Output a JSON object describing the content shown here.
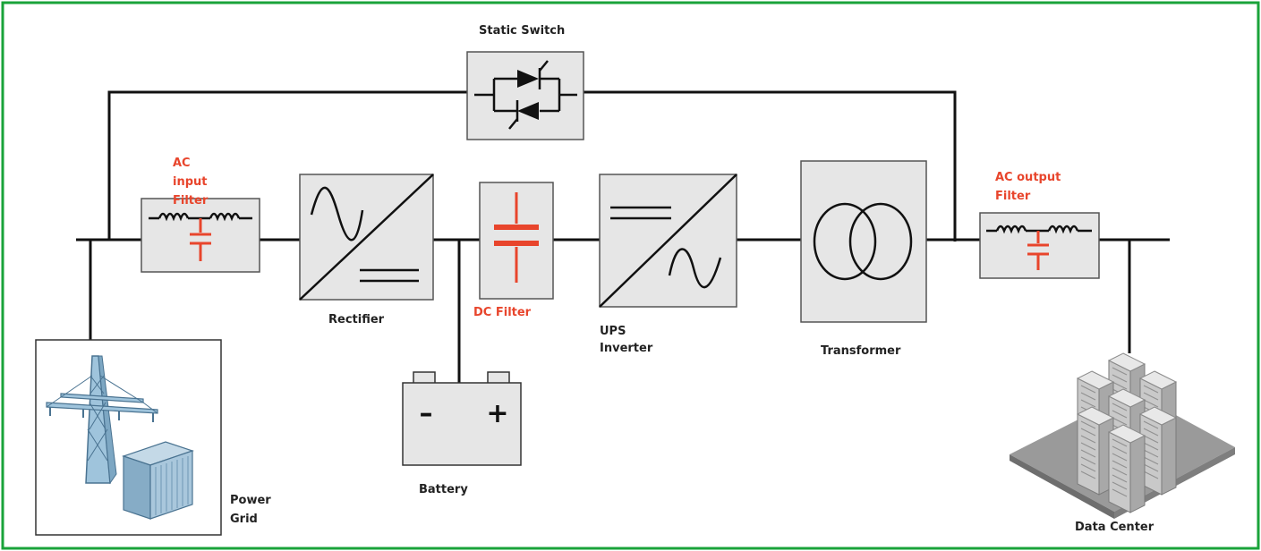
{
  "labels": {
    "static_switch": "Static Switch",
    "ac_input_filter": "AC input Filter",
    "rectifier": "Rectifier",
    "dc_filter": "DC Filter",
    "ups_inverter": "UPS Inverter",
    "transformer": "Transformer",
    "ac_output_filter": "AC output Filter",
    "battery": "Battery",
    "power_grid": "Power Grid",
    "data_center": "Data Center"
  },
  "battery_terminals": {
    "negative": "–",
    "positive": "+"
  },
  "colors": {
    "frame_border": "#1aa33a",
    "block_fill": "#e6e6e6",
    "wire": "#111111",
    "filter_red": "#e8452c",
    "tower_blue": "#9fc4dc"
  }
}
